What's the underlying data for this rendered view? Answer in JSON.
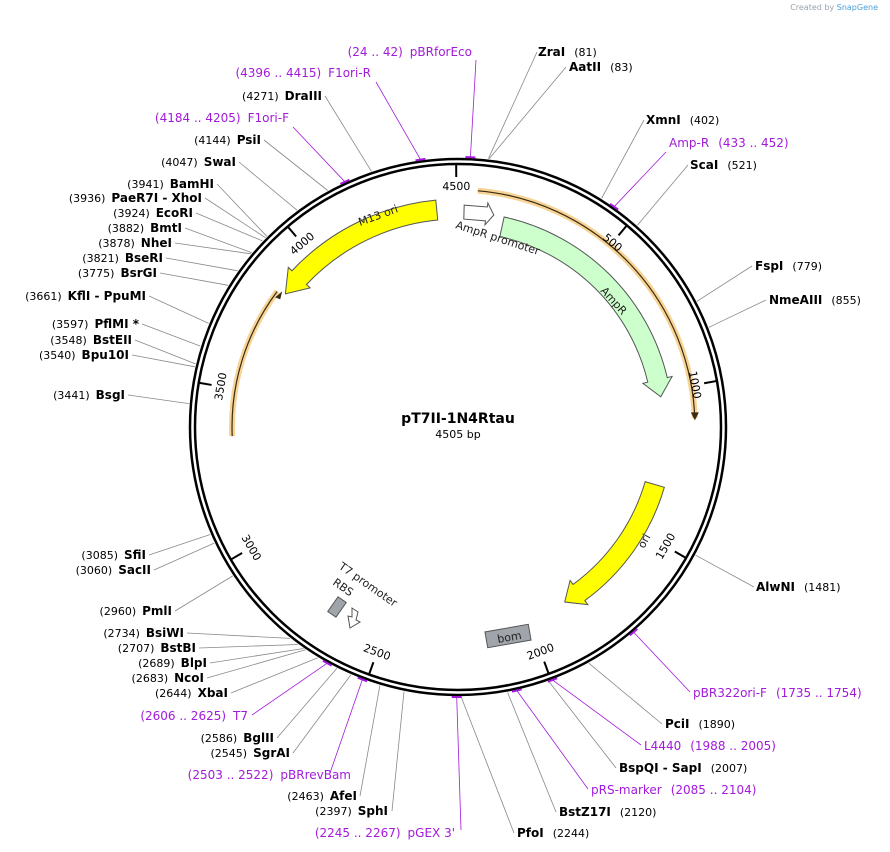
{
  "credit": {
    "prefix": "Created by",
    "brand": "SnapGene"
  },
  "plasmid": {
    "name": "pT7II-1N4Rtau",
    "length_bp": 4505,
    "length_label": "4505 bp"
  },
  "ticks": [
    "500",
    "1000",
    "1500",
    "2000",
    "2500",
    "3000",
    "3500",
    "4000",
    "4500"
  ],
  "enzymes": [
    {
      "name": "ZraI",
      "pos": "(81)"
    },
    {
      "name": "AatII",
      "pos": "(83)"
    },
    {
      "name": "XmnI",
      "pos": "(402)"
    },
    {
      "name": "ScaI",
      "pos": "(521)"
    },
    {
      "name": "FspI",
      "pos": "(779)"
    },
    {
      "name": "NmeAIII",
      "pos": "(855)"
    },
    {
      "name": "AlwNI",
      "pos": "(1481)"
    },
    {
      "name": "PciI",
      "pos": "(1890)"
    },
    {
      "name": "BspQI - SapI",
      "pos": "(2007)"
    },
    {
      "name": "BstZ17I",
      "pos": "(2120)"
    },
    {
      "name": "PfoI",
      "pos": "(2244)"
    },
    {
      "name": "SphI",
      "pos": "(2397)"
    },
    {
      "name": "AfeI",
      "pos": "(2463)"
    },
    {
      "name": "SgrAI",
      "pos": "(2545)"
    },
    {
      "name": "BglII",
      "pos": "(2586)"
    },
    {
      "name": "XbaI",
      "pos": "(2644)"
    },
    {
      "name": "NcoI",
      "pos": "(2683)"
    },
    {
      "name": "BlpI",
      "pos": "(2689)"
    },
    {
      "name": "BstBI",
      "pos": "(2707)"
    },
    {
      "name": "BsiWI",
      "pos": "(2734)"
    },
    {
      "name": "PmlI",
      "pos": "(2960)"
    },
    {
      "name": "SacII",
      "pos": "(3060)"
    },
    {
      "name": "SfiI",
      "pos": "(3085)"
    },
    {
      "name": "BsgI",
      "pos": "(3441)"
    },
    {
      "name": "Bpu10I",
      "pos": "(3540)"
    },
    {
      "name": "BstEII",
      "pos": "(3548)"
    },
    {
      "name": "PflMI *",
      "pos": "(3597)"
    },
    {
      "name": "KflI - PpuMI",
      "pos": "(3661)"
    },
    {
      "name": "BsrGI",
      "pos": "(3775)"
    },
    {
      "name": "BseRI",
      "pos": "(3821)"
    },
    {
      "name": "NheI",
      "pos": "(3878)"
    },
    {
      "name": "BmtI",
      "pos": "(3882)"
    },
    {
      "name": "EcoRI",
      "pos": "(3924)"
    },
    {
      "name": "PaeR7I - XhoI",
      "pos": "(3936)"
    },
    {
      "name": "BamHI",
      "pos": "(3941)"
    },
    {
      "name": "SwaI",
      "pos": "(4047)"
    },
    {
      "name": "PsiI",
      "pos": "(4144)"
    },
    {
      "name": "DraIII",
      "pos": "(4271)"
    }
  ],
  "primers": [
    {
      "name": "pBRforEco",
      "pos": "(24 .. 42)"
    },
    {
      "name": "F1ori-R",
      "pos": "(4396 .. 4415)"
    },
    {
      "name": "F1ori-F",
      "pos": "(4184 .. 4205)"
    },
    {
      "name": "Amp-R",
      "pos": "(433 .. 452)"
    },
    {
      "name": "pBR322ori-F",
      "pos": "(1735 .. 1754)"
    },
    {
      "name": "L4440",
      "pos": "(1988 .. 2005)"
    },
    {
      "name": "pRS-marker",
      "pos": "(2085 .. 2104)"
    },
    {
      "name": "pGEX 3'",
      "pos": "(2245 .. 2267)"
    },
    {
      "name": "pBRrevBam",
      "pos": "(2503 .. 2522)"
    },
    {
      "name": "T7",
      "pos": "(2606 .. 2625)"
    }
  ],
  "features": {
    "m13ori": "M13 ori",
    "ampr_promoter": "AmpR promoter",
    "ampr": "AmpR",
    "ori": "ori",
    "bom": "bom",
    "t7_promoter": "T7 promoter",
    "rbs": "RBS"
  },
  "colors": {
    "primer": "#a31adb",
    "orf": "#f0b040",
    "ori": "#ffff00",
    "ampr": "#ccffcc",
    "bom": "#a0a5ab"
  }
}
